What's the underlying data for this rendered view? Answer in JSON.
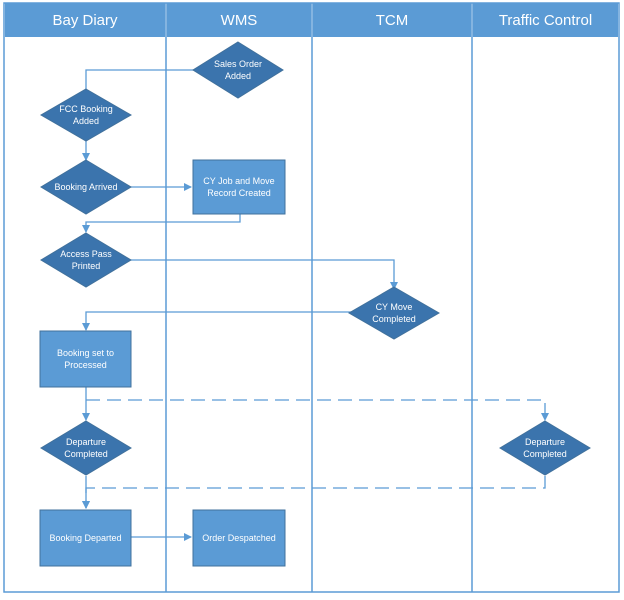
{
  "lanes": [
    {
      "id": "bay-diary",
      "title": "Bay Diary"
    },
    {
      "id": "wms",
      "title": "WMS"
    },
    {
      "id": "tcm",
      "title": "TCM"
    },
    {
      "id": "traffic-control",
      "title": "Traffic Control"
    }
  ],
  "nodes": {
    "sales_order_added": "Sales Order Added",
    "fcc_booking_added": "FCC Booking Added",
    "booking_arrived": "Booking Arrived",
    "cy_job_move_record_created": "CY Job and Move Record Created",
    "access_pass_printed": "Access Pass Printed",
    "cy_move_completed": "CY Move Completed",
    "booking_set_to_processed": "Booking set to Processed",
    "departure_completed_bay": "Departure Completed",
    "departure_completed_traffic": "Departure Completed",
    "booking_departed": "Booking Departed",
    "order_despatched": "Order Despatched"
  },
  "colors": {
    "header": "#5b9bd5",
    "shape": "#3b74ad",
    "box": "#5b9bd5",
    "line": "#5b9bd5",
    "border": "#41719c"
  }
}
